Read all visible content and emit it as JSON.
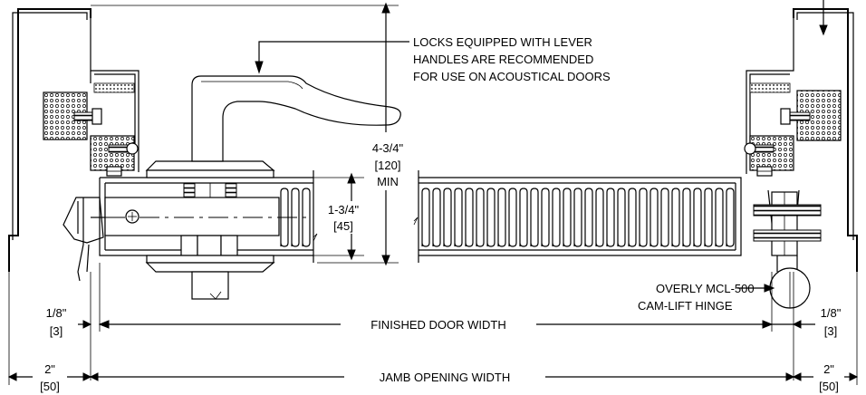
{
  "callouts": {
    "lever_note_1": "LOCKS EQUIPPED WITH LEVER",
    "lever_note_2": "HANDLES ARE RECOMMENDED",
    "lever_note_3": "FOR USE ON ACOUSTICAL DOORS",
    "hinge_note_1": "OVERLY MCL-500",
    "hinge_note_2": "CAM-LIFT HINGE"
  },
  "dimensions": {
    "lock_height_imperial": "4-3/4\"",
    "lock_height_metric": "[120]",
    "lock_height_qualifier": "MIN",
    "door_thickness_imperial": "1-3/4\"",
    "door_thickness_metric": "[45]",
    "clearance_left_imperial": "1/8\"",
    "clearance_left_metric": "[3]",
    "clearance_right_imperial": "1/8\"",
    "clearance_right_metric": "[3]",
    "jamb_left_imperial": "2\"",
    "jamb_left_metric": "[50]",
    "jamb_right_imperial": "2\"",
    "jamb_right_metric": "[50]",
    "finished_door_width": "FINISHED DOOR WIDTH",
    "jamb_opening_width": "JAMB OPENING WIDTH"
  }
}
